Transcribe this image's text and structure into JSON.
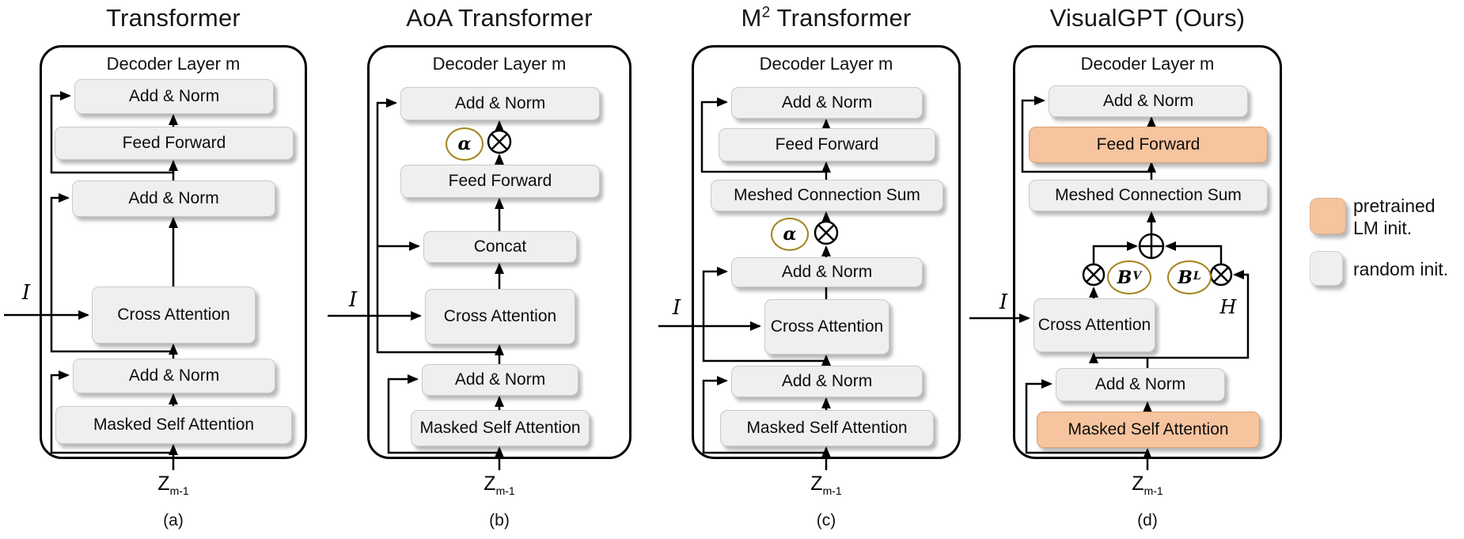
{
  "figure": {
    "panels": [
      {
        "title_pre": "Transformer",
        "title_sup": "",
        "title_post": "",
        "subtitle": "Decoder Layer m",
        "caption": "(a)",
        "boxes": {
          "add_norm_top": "Add & Norm",
          "feed_forward": "Feed Forward",
          "add_norm_mid": "Add & Norm",
          "cross_attention": "Cross Attention",
          "add_norm_bottom": "Add & Norm",
          "masked_self_attention": "Masked Self Attention"
        }
      },
      {
        "title_pre": "AoA Transformer",
        "title_sup": "",
        "title_post": "",
        "subtitle": "Decoder Layer m",
        "caption": "(b)",
        "boxes": {
          "add_norm_top": "Add & Norm",
          "feed_forward": "Feed Forward",
          "concat": "Concat",
          "cross_attention": "Cross Attention",
          "add_norm_mid": "Add & Norm",
          "masked_self_attention": "Masked Self Attention"
        }
      },
      {
        "title_pre": "M",
        "title_sup": "2",
        "title_post": " Transformer",
        "subtitle": "Decoder Layer m",
        "caption": "(c)",
        "boxes": {
          "add_norm_top": "Add & Norm",
          "feed_forward": "Feed Forward",
          "meshed_connection_sum": "Meshed Connection Sum",
          "add_norm_mid": "Add & Norm",
          "cross_attention": "Cross Attention",
          "add_norm_bottom": "Add & Norm",
          "masked_self_attention": "Masked Self Attention"
        }
      },
      {
        "title_pre": "VisualGPT (Ours)",
        "title_sup": "",
        "title_post": "",
        "subtitle": "Decoder Layer m",
        "caption": "(d)",
        "boxes": {
          "add_norm_top": "Add & Norm",
          "feed_forward": "Feed Forward",
          "meshed_connection_sum": "Meshed Connection Sum",
          "cross_attention": "Cross Attention",
          "add_norm_mid": "Add & Norm",
          "masked_self_attention": "Masked Self Attention"
        }
      }
    ],
    "math": {
      "image_input": "I",
      "hidden_state": "H",
      "alpha": "α",
      "b_base": "B",
      "b_sup_visual": "V",
      "b_sup_language": "L",
      "z_base": "Z",
      "z_sub": "m-1"
    },
    "legend": {
      "pretrained_line1": "pretrained",
      "pretrained_line2": "LM init.",
      "random_label": "random init."
    },
    "colors": {
      "pretrained_fill": "#f6c49e",
      "random_fill": "#efefef",
      "gold_stroke": "#a5841f"
    }
  }
}
